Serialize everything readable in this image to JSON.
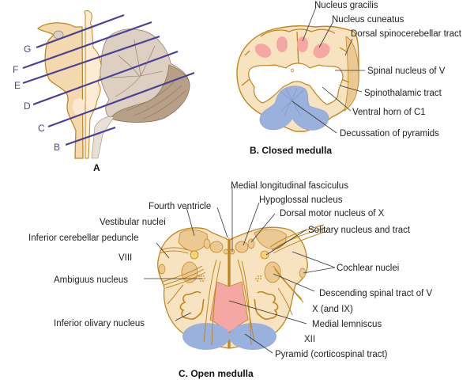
{
  "colors": {
    "tissue": "#f8e3c0",
    "tissue_dark": "#ecc993",
    "outline": "#c0861e",
    "nucleus_pink": "#f4a7a3",
    "pyramid_blue": "#9ab0dd",
    "cerebellum": "#ddd0c2",
    "cerebellum_dark": "#b39a80",
    "cut_lines": "#4b3f96"
  },
  "panel_a": {
    "caption": "A",
    "cut_letters": [
      "G",
      "F",
      "E",
      "D",
      "C",
      "B"
    ]
  },
  "panel_b": {
    "caption": "B. Closed medulla",
    "labels": [
      "Nucleus gracilis",
      "Nucleus cuneatus",
      "Dorsal spinocerebellar tract",
      "Spinal nucleus of V",
      "Spinothalamic tract",
      "Ventral horn of C1",
      "Decussation of pyramids"
    ]
  },
  "panel_c": {
    "caption": "C. Open medulla",
    "labels_left": [
      "Fourth ventricle",
      "Vestibular nuclei",
      "Inferior cerebellar peduncle",
      "VIII",
      "Ambiguus nucleus",
      "Inferior olivary nucleus"
    ],
    "labels_top": [
      "Medial longitudinal fasciculus",
      "Hypoglossal nucleus",
      "Dorsal motor nucleus of X"
    ],
    "labels_right": [
      "Solitary nucleus and tract",
      "Cochlear nuclei",
      "Descending spinal tract of V",
      "X (and IX)",
      "Medial lemniscus",
      "XII",
      "Pyramid (corticospinal tract)"
    ]
  }
}
